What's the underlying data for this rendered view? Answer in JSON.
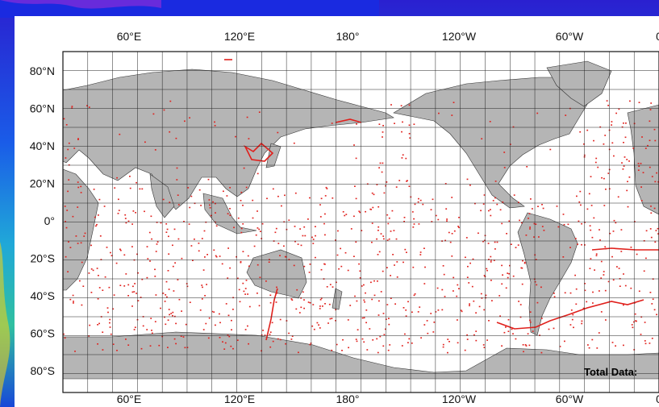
{
  "map": {
    "top_axis_labels": [
      "60°E",
      "120°E",
      "180°",
      "120°W",
      "60°W",
      "0"
    ],
    "bottom_axis_labels": [
      "60°E",
      "120°E",
      "180°",
      "120°W",
      "60°W",
      "0"
    ],
    "left_axis_labels": [
      "80°N",
      "60°N",
      "40°N",
      "20°N",
      "0°",
      "20°S",
      "40°S",
      "60°S",
      "80°S"
    ],
    "total_label": "Total Data:",
    "colors": {
      "land": "#b5b5b5",
      "ocean": "#ffffff",
      "grid": "#222222",
      "observations": "#e0201c",
      "background_plot": "#1e35c8"
    }
  }
}
